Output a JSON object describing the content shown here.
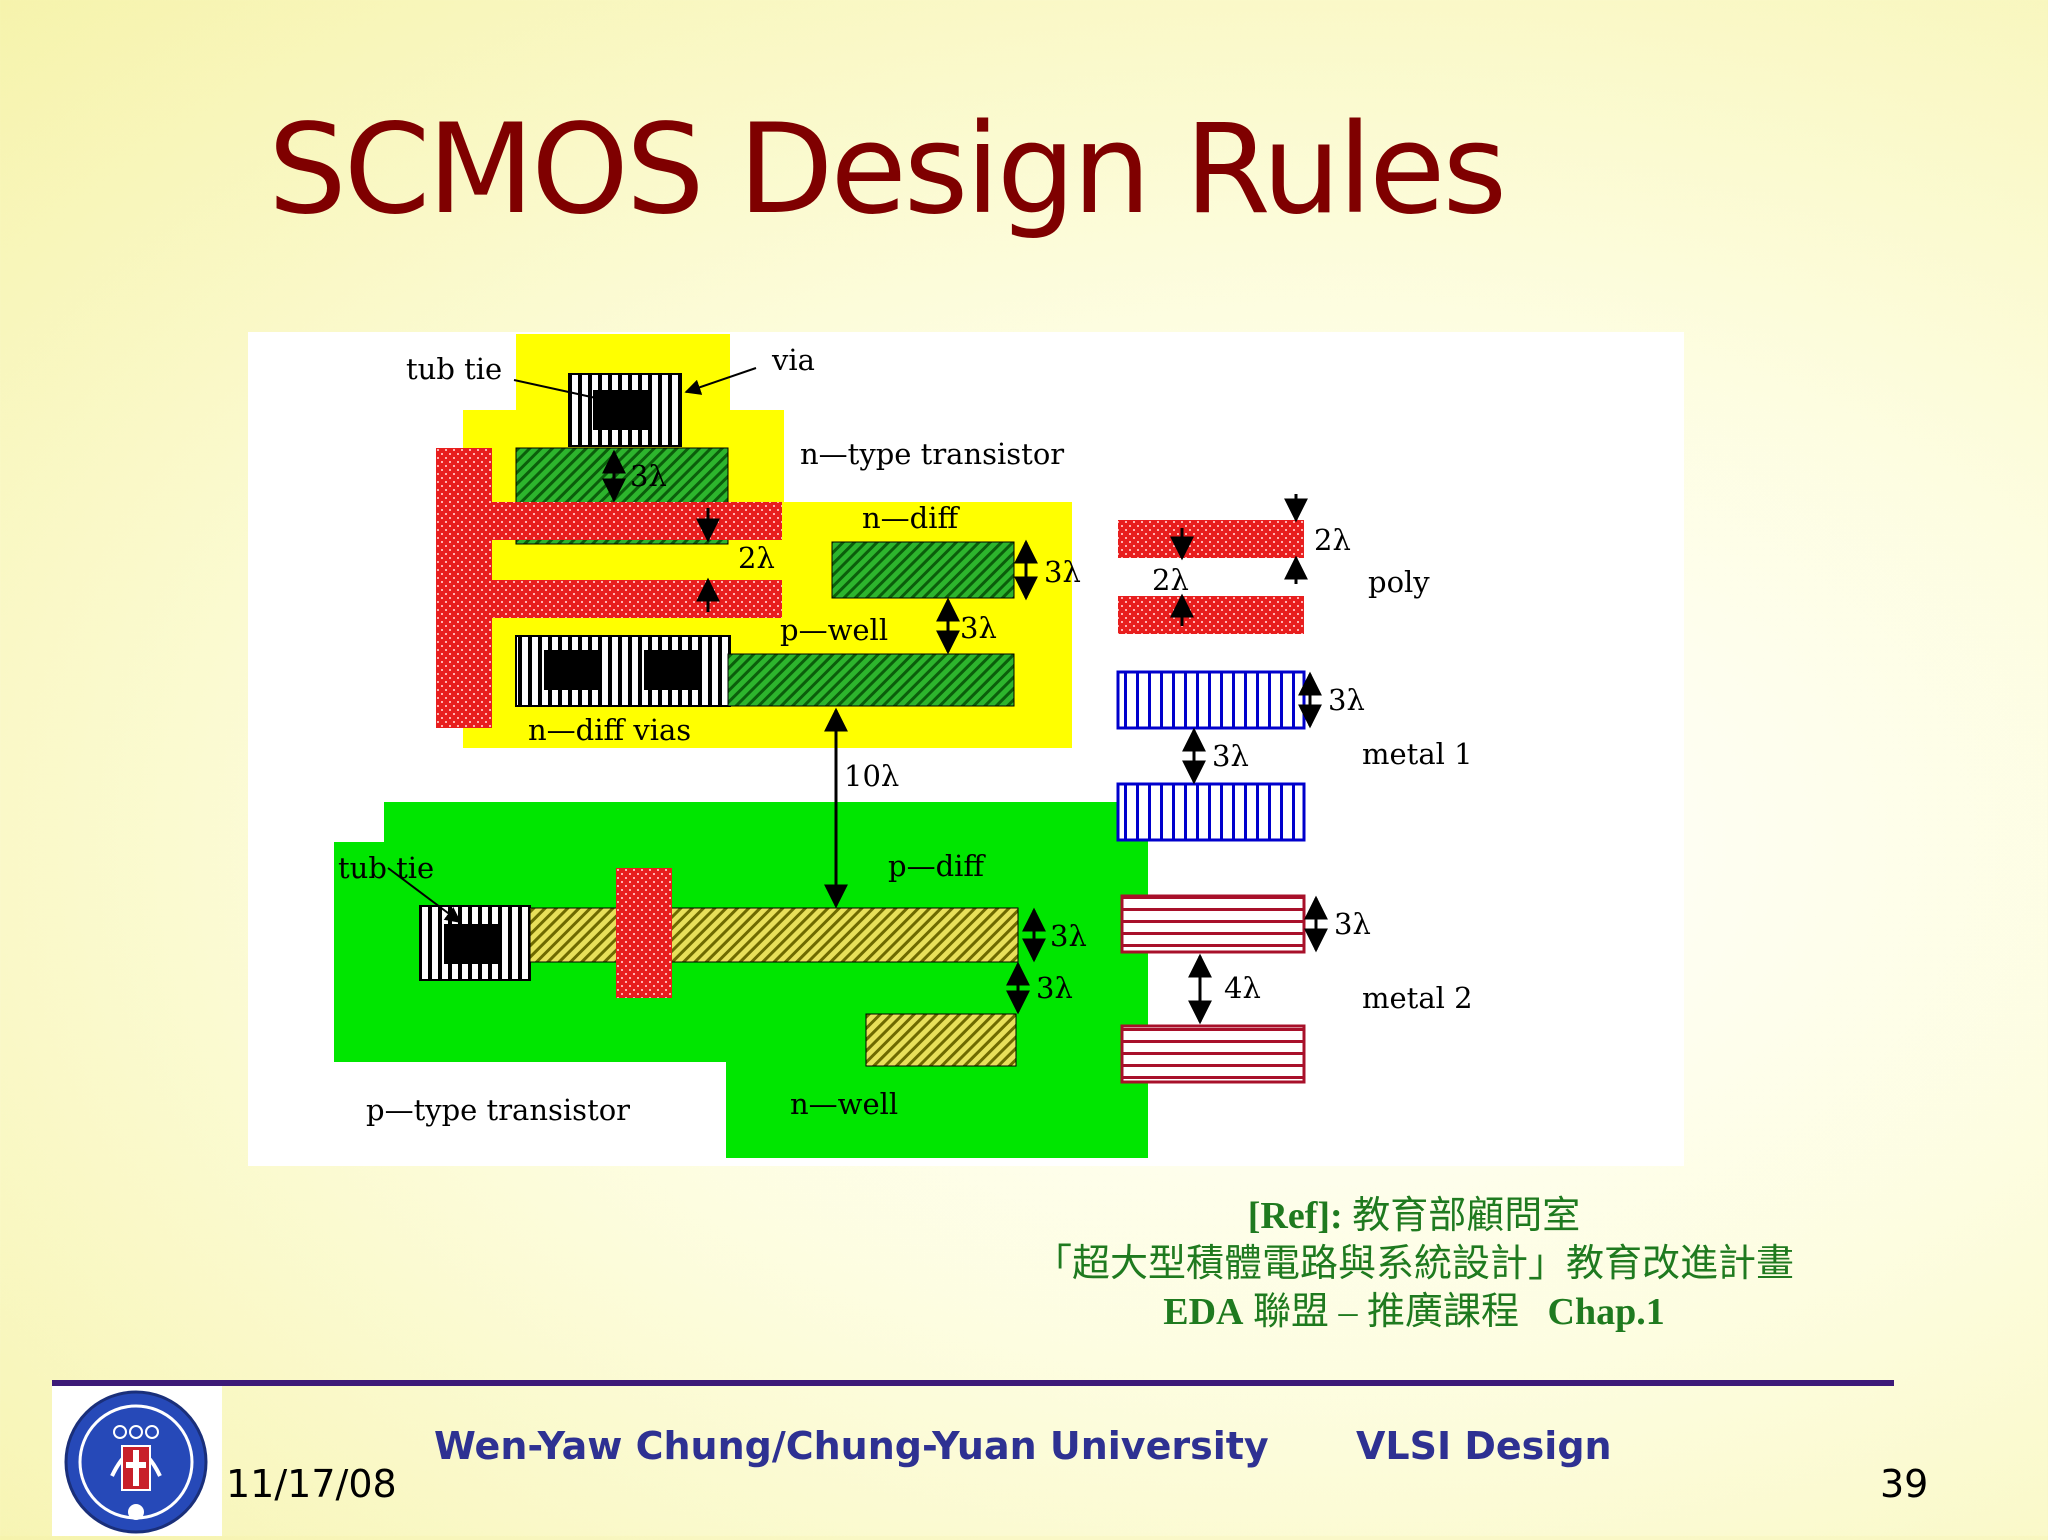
{
  "slide": {
    "title": "SCMOS Design Rules"
  },
  "diagram": {
    "labels": {
      "tub_tie_top": "tub tie",
      "via": "via",
      "n_type_transistor": "n—type transistor",
      "n_diff": "n—diff",
      "p_well": "p—well",
      "n_diff_vias": "n—diff vias",
      "tub_tie_bottom": "tub tie",
      "p_diff": "p—diff",
      "p_type_transistor": "p—type transistor",
      "n_well": "n—well",
      "poly": "poly",
      "metal1": "metal 1",
      "metal2": "metal 2"
    },
    "dims": {
      "d3_tubtie": "3λ",
      "d2_poly_gate": "2λ",
      "d3_ndiff_width": "3λ",
      "d3_ndiff_gap": "3λ",
      "d10_well": "10λ",
      "d3_pdiff_width": "3λ",
      "d3_pdiff_gap": "3λ",
      "d2_poly_width": "2λ",
      "d2_poly_gap": "2λ",
      "d3_metal1_width": "3λ",
      "d3_metal1_gap": "3λ",
      "d3_metal2_width": "3λ",
      "d4_metal2_gap": "4λ"
    },
    "colors": {
      "p_well_fill": "#ffff00",
      "n_well_fill": "#00e600",
      "diffusion_green": "#1f9e1f",
      "p_diff_yellow": "#d4cc1e",
      "poly_red": "#e81e1e",
      "metal1_blue": "#0000cc",
      "metal2_red": "#a8102a"
    }
  },
  "reference": {
    "ref_tag": "[Ref]:",
    "line1_rest": "教育部顧問室",
    "line2": "「超大型積體電路與系統設計」教育改進計畫",
    "line3_eda": "EDA",
    "line3_mid": "聯盟 – 推廣課程",
    "line3_chap": "Chap.1"
  },
  "footer": {
    "author": "Wen-Yaw Chung/Chung-Yuan University",
    "course": "VLSI Design",
    "date": "11/17/08",
    "page_number": "39"
  }
}
